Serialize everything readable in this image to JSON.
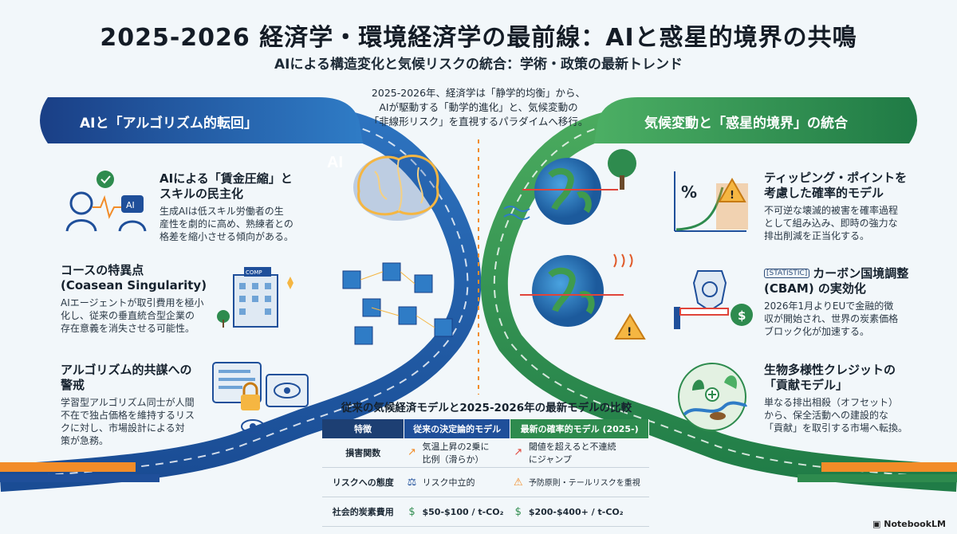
{
  "title": "2025-2026 経済学・環境経済学の最前線：AIと惑星的境界の共鳴",
  "subtitle": "AIによる構造変化と気候リスクの統合：学術・政策の最新トレンド",
  "intro": [
    "2025-2026年、経済学は「静学的均衡」から、",
    "AIが駆動する「動学的進化」と、気候変動の",
    "「非線形リスク」を直視するパラダイムへ移行。"
  ],
  "left": {
    "banner": "AIと「アルゴリズム的転回」",
    "ai_label": "AI",
    "items": [
      {
        "title": "AIによる「賃金圧縮」と\nスキルの民主化",
        "body": "生成AIは低スキル労働者の生\n産性を劇的に高め、熟練者との\n格差を縮小させる傾向がある。"
      },
      {
        "title": "コースの特異点\n(Coasean Singularity)",
        "body": "AIエージェントが取引費用を極小\n化し、従来の垂直統合型企業の\n存在意義を消失させる可能性。"
      },
      {
        "title": "アルゴリズム的共謀への\n警戒",
        "body": "学習型アルゴリズム同士が人間\n不在で独占価格を維持するリス\nクに対し、市場設計による対\n策が急務。"
      }
    ],
    "icon_labels": {
      "ai_badge": "AI",
      "comp_sign": "COMP"
    }
  },
  "right": {
    "banner": "気候変動と「惑星的境界」の統合",
    "items": [
      {
        "tag": "",
        "title": "ティッピング・ポイントを\n考慮した確率的モデル",
        "body": "不可逆な壊滅的被害を確率過程\nとして組み込み、即時の強力な\n排出削減を正当化する。"
      },
      {
        "tag": "[STATISTIC]",
        "title": "カーボン国境調整\n(CBAM) の実効化",
        "body": "2026年1月よりEUで金融的徴\n収が開始され、世界の炭素価格\nブロック化が加速する。"
      },
      {
        "tag": "",
        "title": "生物多様性クレジットの\n「貢献モデル」",
        "body": "単なる排出相殺（オフセット）\nから、保全活動への建設的な\n「貢献」を取引する市場へ転換。"
      }
    ],
    "icon_labels": {
      "percent": "%",
      "dollar": "$"
    }
  },
  "comparison": {
    "title": "従来の気候経済モデルと2025-2026年の最新モデルの比較",
    "headers": [
      "特徴",
      "従来の決定論的モデル",
      "最新の確率的モデル (2025-)"
    ],
    "rows": [
      {
        "label": "損害関数",
        "old": "気温上昇の2乗に\n比例（滑らか）",
        "old_icon": "trend-smooth-icon",
        "new": "閾値を超えると不連続\nにジャンプ",
        "new_icon": "trend-jump-icon"
      },
      {
        "label": "リスクへの態度",
        "old": "リスク中立的",
        "old_icon": "scale-icon",
        "new": "予防原則・テールリスクを重視",
        "new_icon": "warning-icon"
      },
      {
        "label": "社会的炭素費用",
        "old": "$50-$100 / t-CO₂",
        "old_icon": "dollar-coin-icon",
        "new": "$200-$400+ / t-CO₂",
        "new_icon": "money-stack-icon"
      }
    ]
  },
  "footer": "NotebookLM",
  "colors": {
    "blue": "#1f4f9a",
    "green": "#2e8b4e",
    "orange": "#f28c28",
    "navy": "#1d3f73"
  }
}
